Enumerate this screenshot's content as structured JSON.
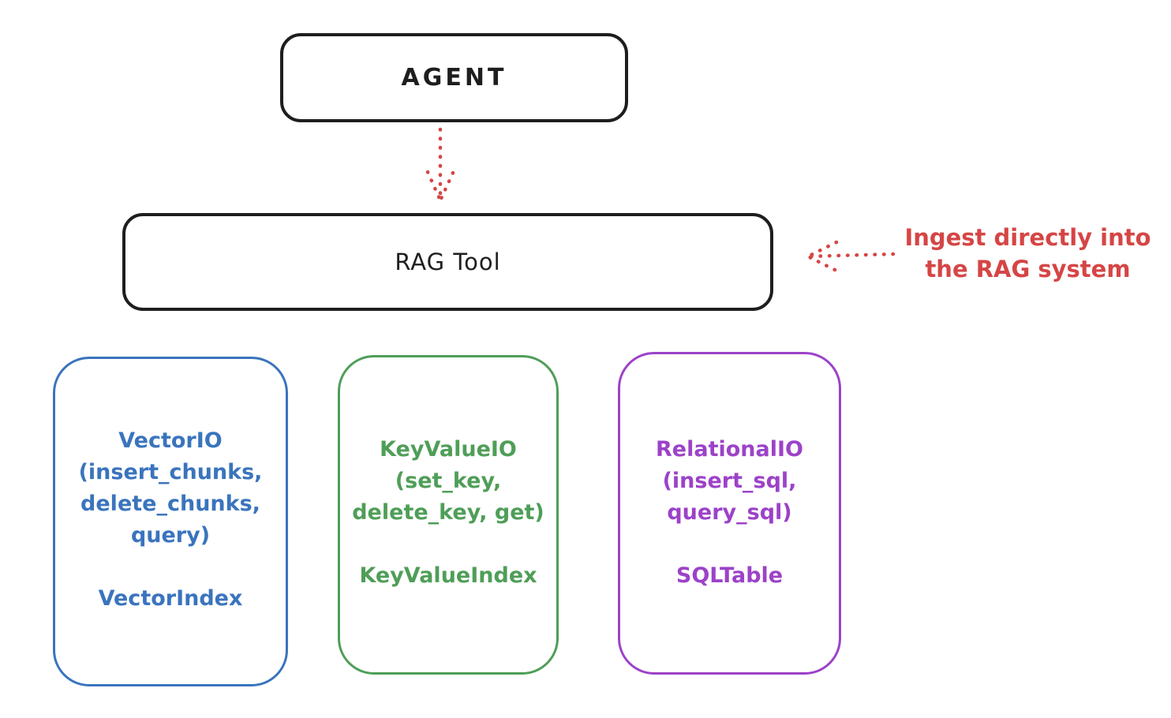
{
  "agent_box": {
    "label": "AGENT"
  },
  "rag_tool_box": {
    "label": "RAG Tool"
  },
  "agent_to_rag_arrow": {
    "direction": "down",
    "style": "dotted",
    "color": "#d64545"
  },
  "annotation": {
    "line1": "Ingest directly into",
    "line2": "the RAG system",
    "arrow_direction": "left",
    "arrow_style": "dotted",
    "color": "#d64545"
  },
  "io_boxes": [
    {
      "title": "VectorIO",
      "method_lines": [
        "(insert_chunks,",
        "delete_chunks,",
        "query)"
      ],
      "index_label": "VectorIndex",
      "color": "#3a74bd"
    },
    {
      "title": "KeyValueIO",
      "method_lines": [
        "(set_key,",
        "delete_key, get)"
      ],
      "index_label": "KeyValueIndex",
      "color": "#4f9e58"
    },
    {
      "title": "RelationalIO",
      "method_lines": [
        "(insert_sql,",
        "query_sql)"
      ],
      "index_label": "SQLTable",
      "color": "#9c42c8"
    }
  ],
  "colors": {
    "stroke": "#1e1e1e",
    "background": "#ffffff",
    "red": "#d64545",
    "blue": "#3a74bd",
    "green": "#4f9e58",
    "purple": "#9c42c8"
  }
}
